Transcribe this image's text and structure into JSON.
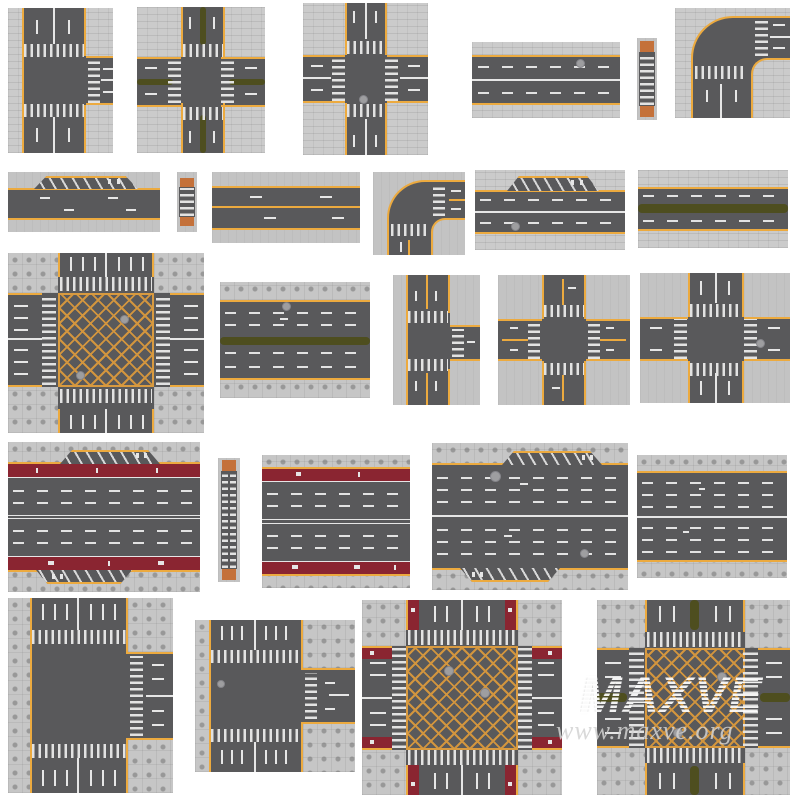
{
  "image": {
    "description": "Preview sheet of 26 modular 3D road tiles: intersections, straight segments, curves, pedestrian crossings, parking bays and bus-lane roads, on a white background",
    "background": "#ffffff"
  },
  "watermark": {
    "logo_text": "MAXVE",
    "url_text": "www.maxve.org"
  },
  "palette": {
    "asphalt": "#59595b",
    "sidewalk_paver": "#cbcbcb",
    "sidewalk_ornate": "#c6c6c6",
    "sidewalk_smooth": "#c3c3c3",
    "lane_marking_white": "#e6e6e6",
    "edge_line_yellow": "#ecaa3f",
    "bus_lane_red": "#8a2531",
    "median_green": "#4e4e1f",
    "tactile_pad_orange": "#c4713a",
    "junction_hatch_orange": "#d89a40",
    "manhole_gray": "#9e9ea0"
  },
  "tiles": [
    {
      "id": "t01",
      "row": 1,
      "type": "t-intersection",
      "desc": "2-lane T-intersection, branch right, zebra crosswalks"
    },
    {
      "id": "t02",
      "row": 1,
      "type": "crossroad-with-medians",
      "desc": "4-way intersection with green median strips on every arm"
    },
    {
      "id": "t03",
      "row": 1,
      "type": "crossroad",
      "desc": "4-way intersection with crosswalks and manhole"
    },
    {
      "id": "t04",
      "row": 1,
      "type": "straight-road",
      "desc": "2-lane straight road with manhole"
    },
    {
      "id": "t05",
      "row": 1,
      "type": "pedestrian-crossing-strip",
      "desc": "stand-alone zebra crossing with tactile pads"
    },
    {
      "id": "t06",
      "row": 1,
      "type": "curve-90",
      "desc": "90-degree curve with crosswalks on both approaches"
    },
    {
      "id": "t07",
      "row": 2,
      "type": "road-with-parking-bay",
      "desc": "road with angled parking bay bulge"
    },
    {
      "id": "t08",
      "row": 2,
      "type": "pedestrian-crossing-strip",
      "desc": "short zebra crossing with tactile pads"
    },
    {
      "id": "t09",
      "row": 2,
      "type": "straight-road",
      "desc": "2-lane road, yellow centre line, smooth sidewalks"
    },
    {
      "id": "t10",
      "row": 2,
      "type": "curve-90",
      "desc": "90-degree curve, smooth sidewalks, crosswalks"
    },
    {
      "id": "t11",
      "row": 2,
      "type": "road-with-parking-bay",
      "desc": "4-lane road with angled parking bay and manhole"
    },
    {
      "id": "t12",
      "row": 2,
      "type": "straight-road-with-median",
      "desc": "4-lane road with green median strip"
    },
    {
      "id": "t13",
      "row": 3,
      "type": "crossroad-large-hatched",
      "desc": "large 8-lane intersection with yellow box-junction hatching"
    },
    {
      "id": "t14",
      "row": 3,
      "type": "multilane-road-with-median",
      "desc": "6-lane road with green median and ornate sidewalks"
    },
    {
      "id": "t15",
      "row": 3,
      "type": "t-intersection",
      "desc": "small T-intersection, branch right"
    },
    {
      "id": "t16",
      "row": 3,
      "type": "crossroad",
      "desc": "small 4-way intersection, yellow centre lines"
    },
    {
      "id": "t17",
      "row": 3,
      "type": "crossroad",
      "desc": "4-way intersection with manhole"
    },
    {
      "id": "t18",
      "row": 4,
      "type": "bus-lane-road-with-parking",
      "desc": "wide road, red bus lanes both sides, parking bays top and bottom"
    },
    {
      "id": "t19",
      "row": 4,
      "type": "pedestrian-crossing-long",
      "desc": "long ladder crossing with tactile pads"
    },
    {
      "id": "t20",
      "row": 4,
      "type": "bus-lane-road",
      "desc": "road with red bus lanes on both sides"
    },
    {
      "id": "t21",
      "row": 4,
      "type": "multilane-road-with-parking",
      "desc": "6-lane road with parking bays and manholes"
    },
    {
      "id": "t22",
      "row": 4,
      "type": "multilane-road",
      "desc": "6-lane straight road"
    },
    {
      "id": "t23",
      "row": 5,
      "type": "t-intersection-large",
      "desc": "large T-intersection, 6-lane main road, branch right"
    },
    {
      "id": "t24",
      "row": 5,
      "type": "t-intersection",
      "desc": "T-intersection with manhole, branch right"
    },
    {
      "id": "t25",
      "row": 5,
      "type": "crossroad-hatched-bus-lanes",
      "desc": "large hatched intersection with red bus lanes on all arms"
    },
    {
      "id": "t26",
      "row": 5,
      "type": "crossroad-hatched-medians",
      "desc": "large hatched intersection with green medians on all arms"
    }
  ]
}
